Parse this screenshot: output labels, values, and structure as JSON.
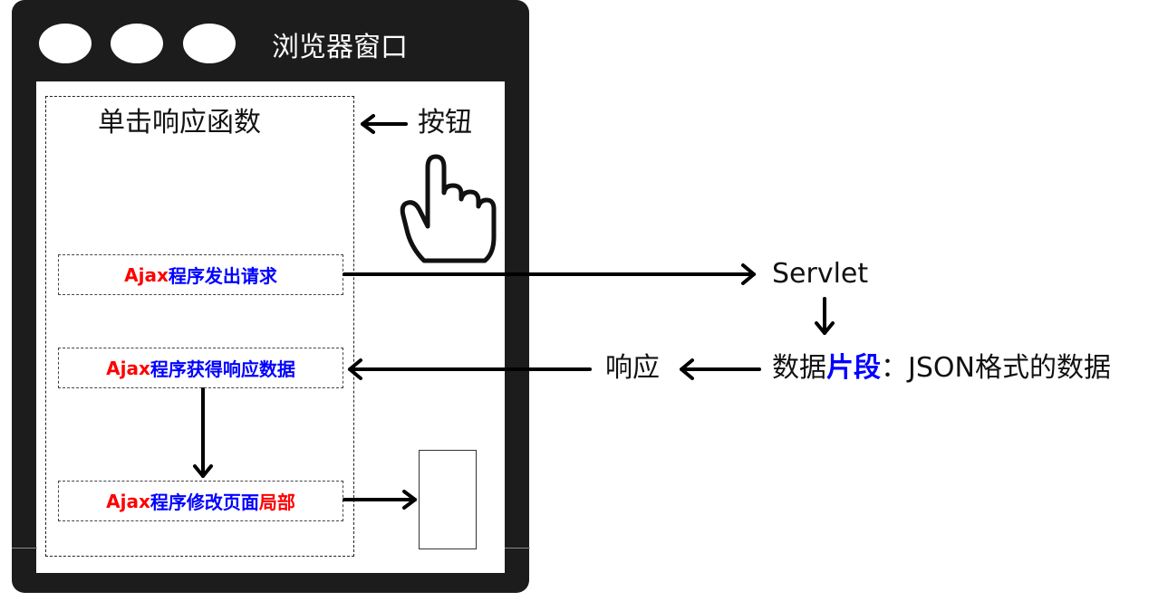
{
  "window": {
    "title": "浏览器窗口"
  },
  "handler": {
    "title": "单击响应函数"
  },
  "button": {
    "label": "按钮"
  },
  "steps": [
    {
      "ajax": "Ajax",
      "text": "程序发出请求",
      "suffix": ""
    },
    {
      "ajax": "Ajax",
      "text": "程序获得响应数据",
      "suffix": ""
    },
    {
      "ajax": "Ajax",
      "text": "程序修改页面",
      "suffix": "局部"
    }
  ],
  "server": {
    "label": "Servlet"
  },
  "response": {
    "label": "响应"
  },
  "data": {
    "prefix": "数据",
    "highlight": "片段",
    "suffix": "：JSON格式的数据"
  },
  "colors": {
    "frame": "#1c1c1c",
    "ajax": "#ff0000",
    "step_text": "#0000ff",
    "highlight": "#0000ff"
  },
  "icons": {
    "pointer": "hand-pointer-icon"
  }
}
